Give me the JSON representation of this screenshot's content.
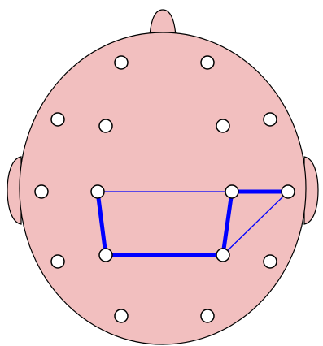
{
  "colors": {
    "background": "#ffffff",
    "head_fill": "#f2bfbf",
    "head_stroke": "#000000",
    "electrode_fill": "#ffffff",
    "electrode_stroke": "#000000",
    "connection": "#0000ff"
  },
  "electrodes": [
    {
      "id": "e1"
    },
    {
      "id": "e2"
    },
    {
      "id": "e3"
    },
    {
      "id": "e4"
    },
    {
      "id": "e5"
    },
    {
      "id": "e6"
    },
    {
      "id": "e7"
    },
    {
      "id": "e8"
    },
    {
      "id": "e9"
    },
    {
      "id": "e10"
    },
    {
      "id": "e11"
    },
    {
      "id": "e12"
    },
    {
      "id": "e13"
    },
    {
      "id": "e14"
    },
    {
      "id": "e15"
    },
    {
      "id": "e16"
    },
    {
      "id": "e17"
    },
    {
      "id": "e18"
    },
    {
      "id": "e19"
    }
  ],
  "connections": [
    {
      "from": "e8",
      "to": "e9",
      "weight": "weak"
    },
    {
      "from": "e9",
      "to": "e10",
      "weight": "strong"
    },
    {
      "from": "e8",
      "to": "e13",
      "weight": "strong"
    },
    {
      "from": "e13",
      "to": "e14",
      "weight": "strong"
    },
    {
      "from": "e14",
      "to": "e9",
      "weight": "strong"
    },
    {
      "from": "e14",
      "to": "e10",
      "weight": "weak"
    }
  ]
}
